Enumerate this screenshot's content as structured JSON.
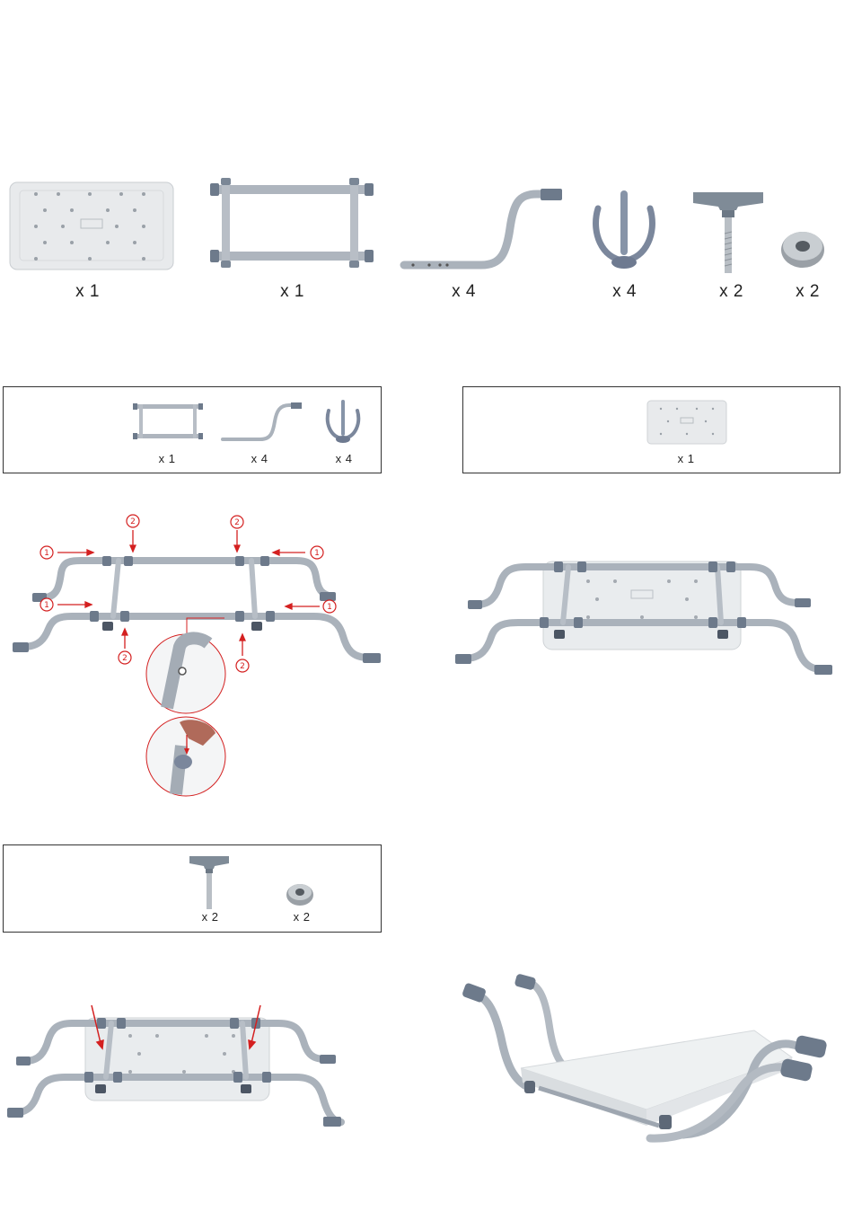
{
  "parts_overview": [
    {
      "name": "seat-board",
      "qty": "x 1"
    },
    {
      "name": "frame",
      "qty": "x 1"
    },
    {
      "name": "arm-tube",
      "qty": "x 4"
    },
    {
      "name": "clip",
      "qty": "x 4"
    },
    {
      "name": "knob-bolt",
      "qty": "x 2"
    },
    {
      "name": "washer",
      "qty": "x 2"
    }
  ],
  "step1_box": {
    "frame_qty": "x 1",
    "arm_qty": "x 4",
    "clip_qty": "x 4"
  },
  "step2_box": {
    "seat_qty": "x 1"
  },
  "step3_box": {
    "knob_qty": "x 2",
    "washer_qty": "x 2"
  },
  "callouts": {
    "one": "1",
    "two": "2"
  },
  "colors": {
    "tube": "#a9b1bb",
    "cap": "#6f7c8d",
    "board": "#e9ecee",
    "arrow": "#d42020"
  }
}
